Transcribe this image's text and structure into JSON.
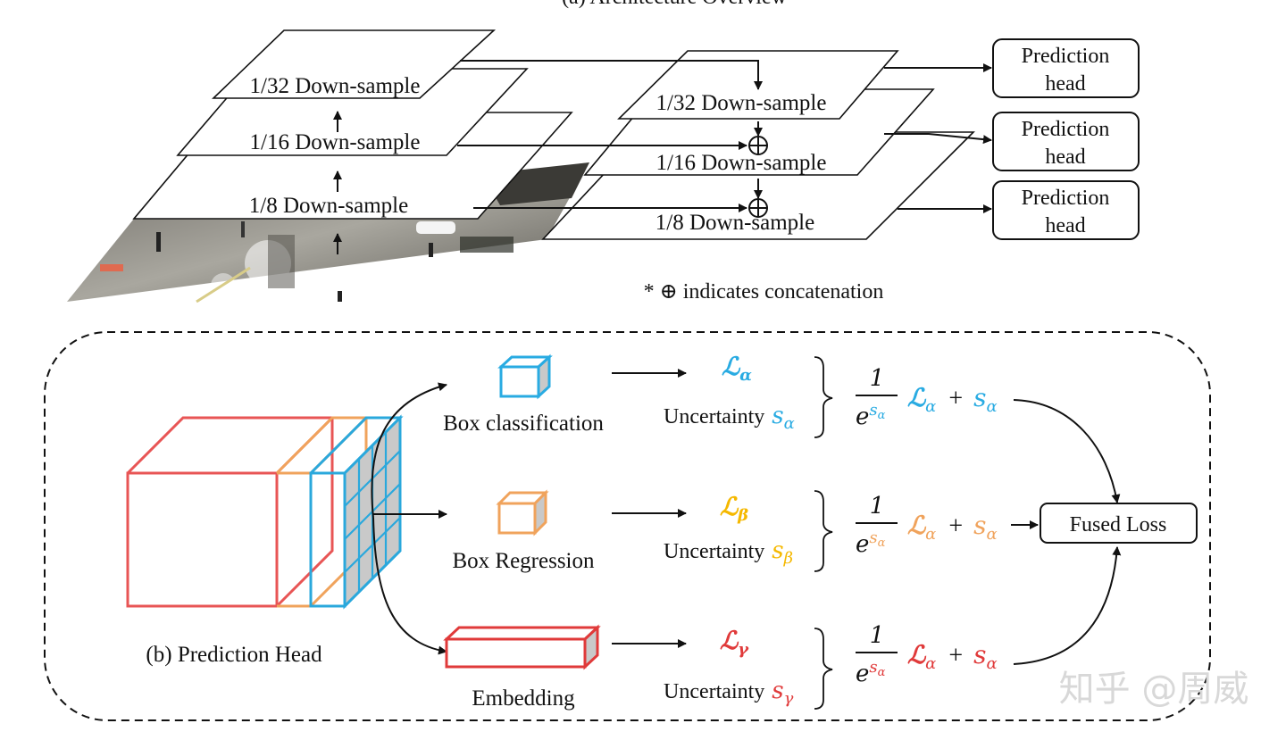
{
  "top": {
    "caption": "(a) Architecture Overview",
    "backbone": [
      "1/32 Down-sample",
      "1/16 Down-sample",
      "1/8 Down-sample"
    ],
    "neck": [
      "1/32 Down-sample",
      "1/16 Down-sample",
      "1/8 Down-sample"
    ],
    "heads": [
      "Prediction head",
      "Prediction head",
      "Prediction head"
    ],
    "concat_symbol": "⊕",
    "note": "* ⊕ indicates concatenation"
  },
  "bottom": {
    "caption": "(b)  Prediction Head",
    "branches": [
      {
        "name": "Box classification",
        "loss": "ℒ",
        "sub": "α",
        "uncertainty": "Uncertainty",
        "s": "s",
        "s_sub": "α",
        "color": "#29abe2"
      },
      {
        "name": "Box Regression",
        "loss": "ℒ",
        "sub": "β",
        "uncertainty": "Uncertainty",
        "s": "s",
        "s_sub": "β",
        "color": "#f5a623"
      },
      {
        "name": "Embedding",
        "loss": "ℒ",
        "sub": "γ",
        "uncertainty": "Uncertainty",
        "s": "s",
        "s_sub": "γ",
        "color": "#e03a3a"
      }
    ],
    "formula": {
      "one": "1",
      "e": "e",
      "s": "s",
      "sub": "α",
      "L": "ℒ",
      "plus": "+"
    },
    "fused": "Fused Loss",
    "colors": {
      "blue": "#29abe2",
      "orange": "#f0a35c",
      "yellow": "#f5b800",
      "red": "#e03a3a",
      "head_red": "#e85555",
      "head_orange": "#f0a35c",
      "head_blue": "#2aa8dc"
    }
  },
  "watermark": "知乎 @周威"
}
